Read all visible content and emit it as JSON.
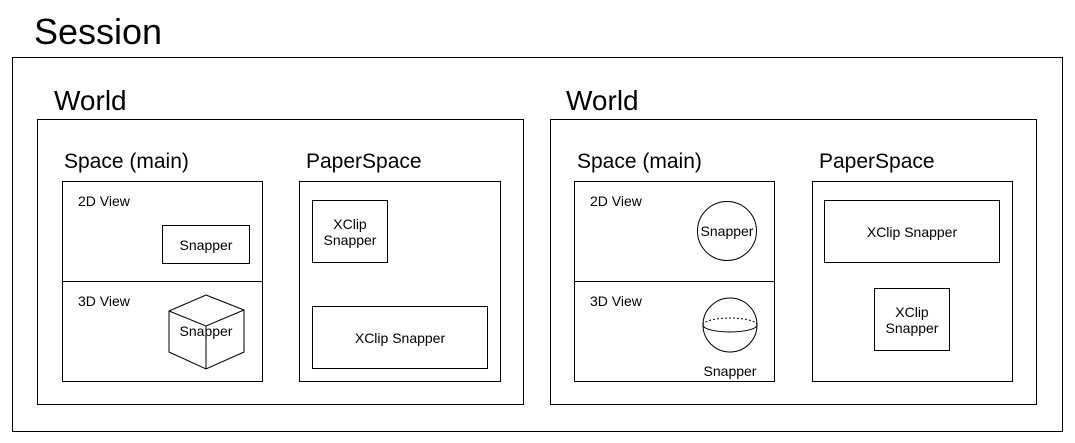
{
  "session": {
    "title": "Session"
  },
  "worlds": [
    {
      "title": "World",
      "space": {
        "title": "Space (main)",
        "view2d": {
          "label": "2D View",
          "snapper": "Snapper",
          "shape": "rectangle"
        },
        "view3d": {
          "label": "3D View",
          "snapper": "Snapper",
          "shape": "cube"
        }
      },
      "paper": {
        "title": "PaperSpace",
        "snapper1": "XClip\nSnapper",
        "snapper2": "XClip Snapper"
      }
    },
    {
      "title": "World",
      "space": {
        "title": "Space (main)",
        "view2d": {
          "label": "2D View",
          "snapper": "Snapper",
          "shape": "circle"
        },
        "view3d": {
          "label": "3D View",
          "snapper": "Snapper",
          "shape": "sphere"
        }
      },
      "paper": {
        "title": "PaperSpace",
        "snapper1": "XClip Snapper",
        "snapper2": "XClip\nSnapper"
      }
    }
  ]
}
